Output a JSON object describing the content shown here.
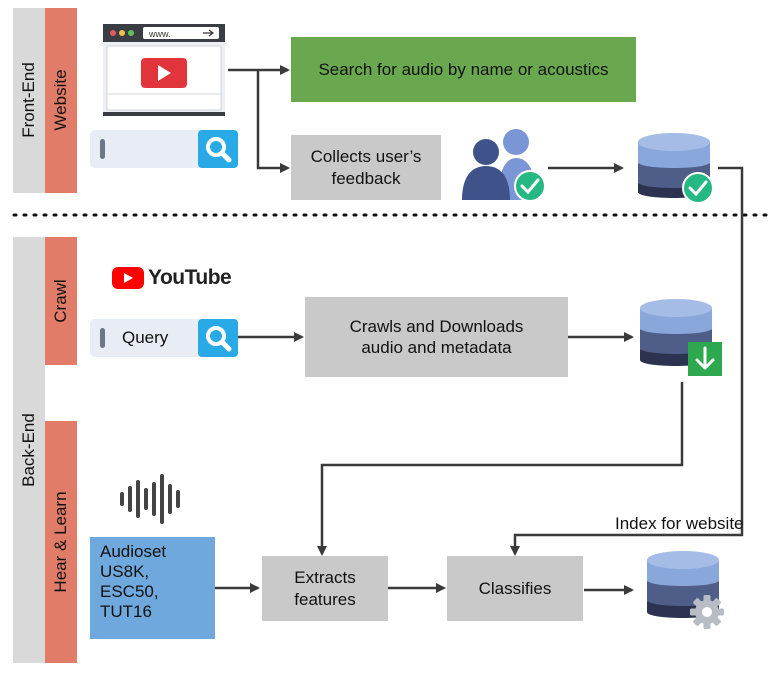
{
  "sections": {
    "front_end": "Front-End",
    "website": "Website",
    "back_end": "Back-End",
    "crawl": "Crawl",
    "hear_learn": "Hear & Learn"
  },
  "browser": {
    "url_text": "www."
  },
  "boxes": {
    "search": "Search for audio by name or acoustics",
    "feedback": "Collects user’s\nfeedback",
    "crawls": "Crawls and Downloads\naudio and metadata",
    "datasets": "Audioset\nUS8K,\nESC50,\nTUT16",
    "extracts": "Extracts\nfeatures",
    "classifies": "Classifies"
  },
  "query_label": "Query",
  "youtube_logo_text": "YouTube",
  "index_label": "Index for website",
  "colors": {
    "band_grey": "#d9d9d9",
    "band_red": "#e07c68",
    "search_box": "#6aa84f",
    "process_box": "#c9c9c9",
    "dataset_box": "#6fa8dc",
    "search_button": "#29a9e6",
    "check_badge": "#26b883",
    "download_badge": "#2ea84f",
    "youtube_red": "#ff0000"
  },
  "icons": [
    "browser-video-icon",
    "search-icon",
    "users-icon",
    "check-icon",
    "database-icon",
    "download-icon",
    "youtube-logo-icon",
    "waveform-icon",
    "gear-icon"
  ]
}
